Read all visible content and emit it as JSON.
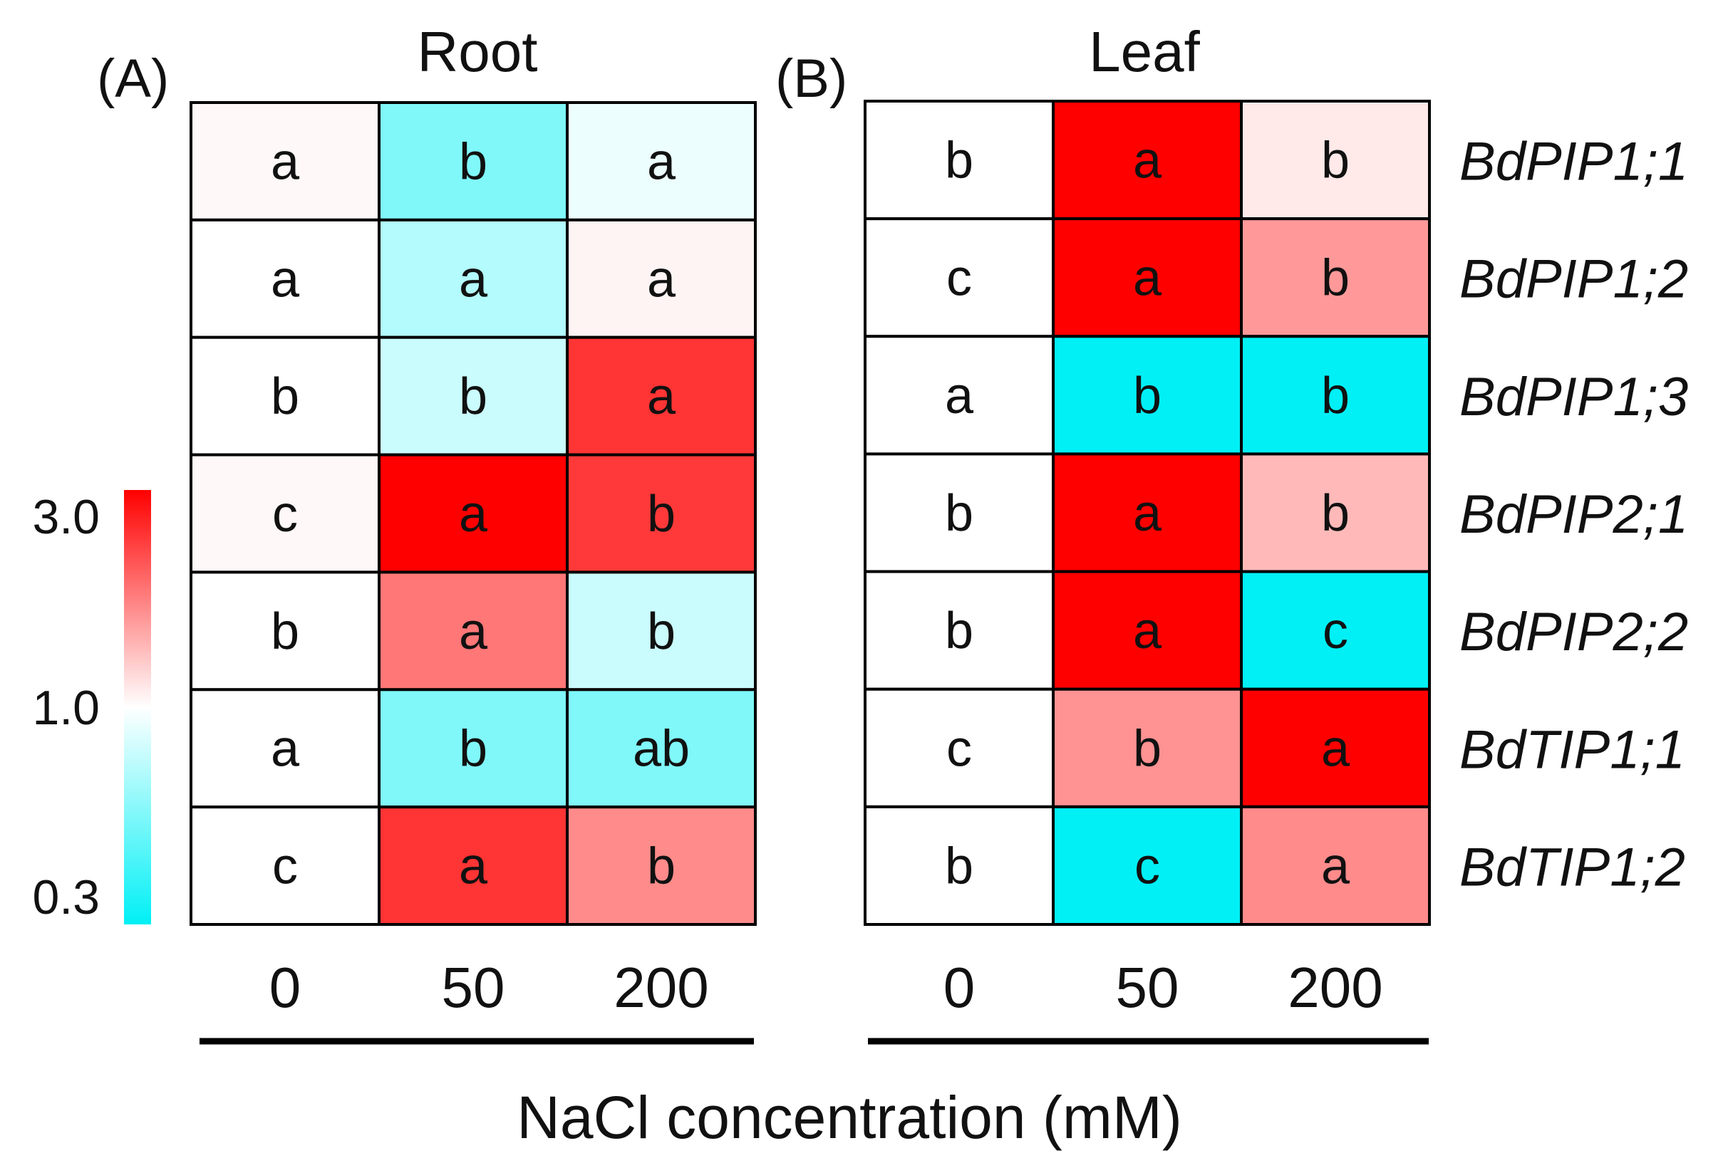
{
  "chart_data": {
    "type": "heatmap",
    "xlabel": "NaCl concentration (mM)",
    "x_categories": [
      "0",
      "50",
      "200"
    ],
    "genes": [
      "BdPIP1;1",
      "BdPIP1;2",
      "BdPIP1;3",
      "BdPIP2;1",
      "BdPIP2;2",
      "BdTIP1;1",
      "BdTIP1;2"
    ],
    "color_scale": {
      "ticks": [
        "3.0",
        "1.0",
        "0.3"
      ],
      "min": 0.3,
      "mid": 1.0,
      "max": 3.0,
      "colors": {
        "low": "#00f0f5",
        "mid": "#ffffff",
        "high": "#ff0000"
      }
    },
    "panels": [
      {
        "label": "(A)",
        "title": "Root",
        "values": [
          [
            1.03,
            0.55,
            0.92
          ],
          [
            1.0,
            0.7,
            1.05
          ],
          [
            1.0,
            0.78,
            2.4
          ],
          [
            1.03,
            3.0,
            2.35
          ],
          [
            1.0,
            1.8,
            0.78
          ],
          [
            1.0,
            0.55,
            0.55
          ],
          [
            1.0,
            2.4,
            1.65
          ]
        ],
        "letters": [
          [
            "a",
            "b",
            "a"
          ],
          [
            "a",
            "a",
            "a"
          ],
          [
            "b",
            "b",
            "a"
          ],
          [
            "c",
            "a",
            "b"
          ],
          [
            "b",
            "a",
            "b"
          ],
          [
            "a",
            "b",
            "ab"
          ],
          [
            "c",
            "a",
            "b"
          ]
        ]
      },
      {
        "label": "(B)",
        "title": "Leaf",
        "values": [
          [
            1.0,
            3.0,
            1.1
          ],
          [
            1.0,
            3.0,
            1.55
          ],
          [
            1.0,
            0.3,
            0.3
          ],
          [
            1.0,
            3.0,
            1.35
          ],
          [
            1.0,
            3.0,
            0.3
          ],
          [
            1.0,
            1.6,
            3.0
          ],
          [
            1.0,
            0.3,
            1.65
          ]
        ],
        "letters": [
          [
            "b",
            "a",
            "b"
          ],
          [
            "c",
            "a",
            "b"
          ],
          [
            "a",
            "b",
            "b"
          ],
          [
            "b",
            "a",
            "b"
          ],
          [
            "b",
            "a",
            "c"
          ],
          [
            "c",
            "b",
            "a"
          ],
          [
            "b",
            "c",
            "a"
          ]
        ]
      }
    ]
  }
}
